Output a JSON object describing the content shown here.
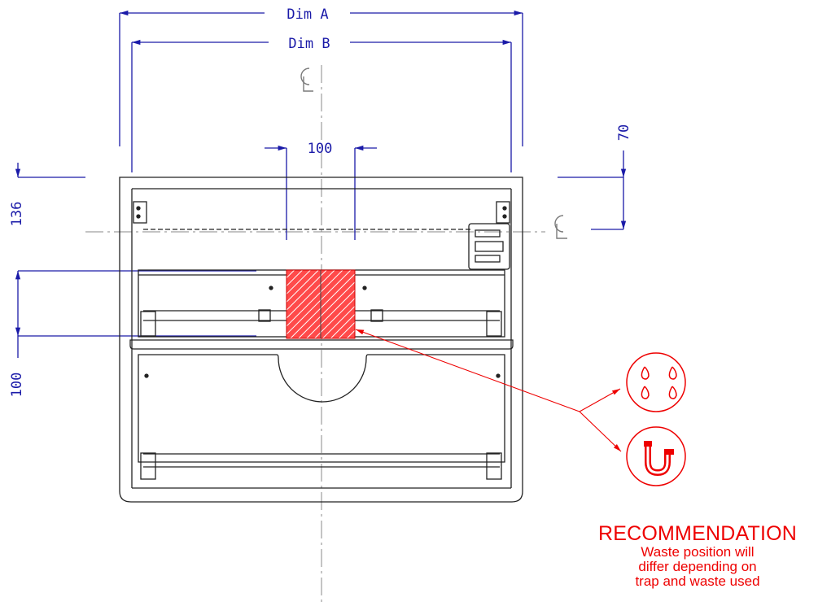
{
  "dimensions": {
    "dim_a": "Dim  A",
    "dim_b": "Dim  B",
    "dim_100_top": "100",
    "dim_70": "70",
    "dim_136": "136",
    "dim_100_left": "100"
  },
  "centerline_symbol": "℄",
  "recommendation": {
    "title": "RECOMMENDATION",
    "lines": [
      "Waste position will",
      "differ depending on",
      "trap and waste used"
    ]
  },
  "icons": [
    "water-drops-icon",
    "p-trap-icon"
  ],
  "colors": {
    "dimension": "#1a1aa8",
    "outline": "#222222",
    "centerline": "#8a8a8a",
    "waste_zone": "#ee0000",
    "recommendation": "#ee0000"
  }
}
